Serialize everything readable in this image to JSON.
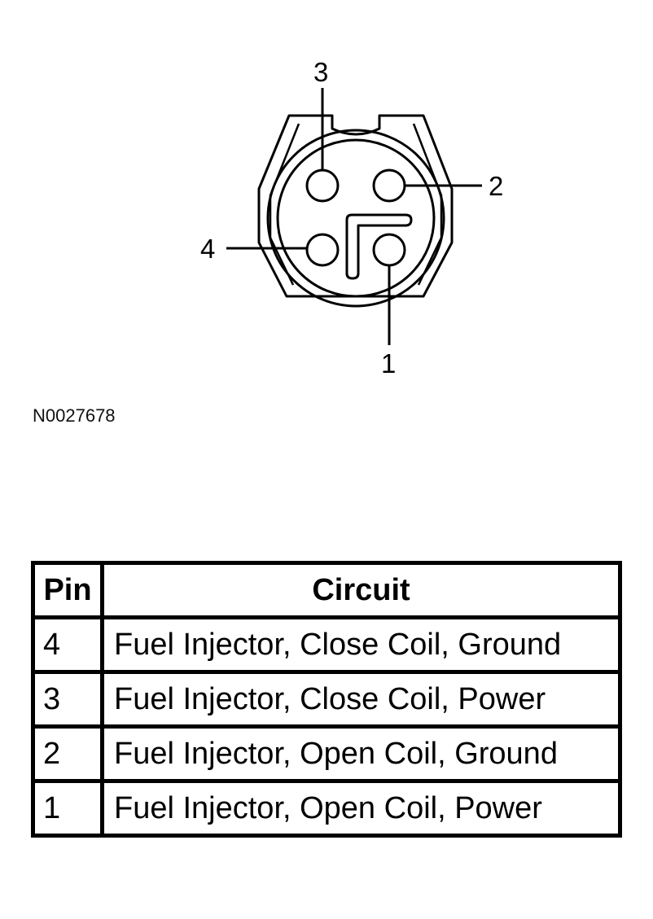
{
  "diagram": {
    "pin_labels": {
      "pin1": "1",
      "pin2": "2",
      "pin3": "3",
      "pin4": "4"
    },
    "figure_id": "N0027678"
  },
  "table": {
    "headers": {
      "pin": "Pin",
      "circuit": "Circuit"
    },
    "rows": [
      {
        "pin": "4",
        "circuit": "Fuel Injector, Close Coil, Ground"
      },
      {
        "pin": "3",
        "circuit": "Fuel Injector, Close Coil, Power"
      },
      {
        "pin": "2",
        "circuit": "Fuel Injector, Open Coil, Ground"
      },
      {
        "pin": "1",
        "circuit": "Fuel Injector, Open Coil, Power"
      }
    ]
  }
}
